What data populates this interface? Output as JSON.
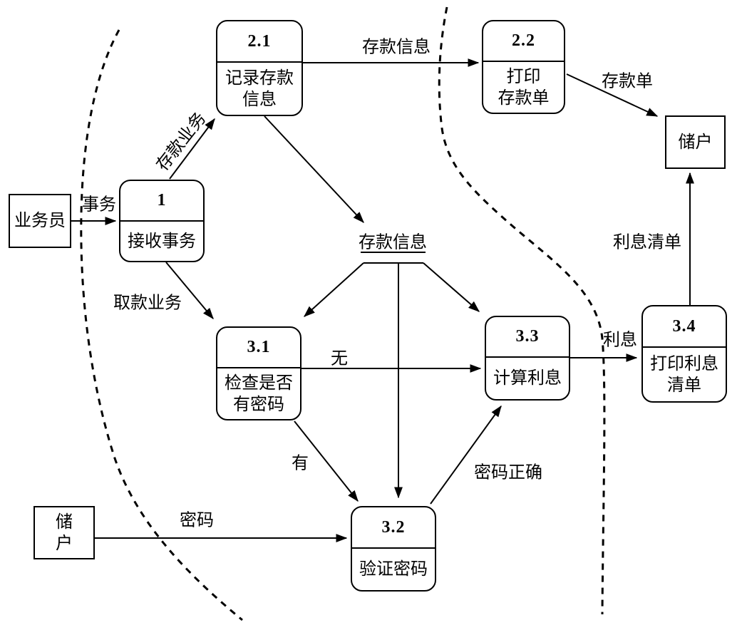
{
  "colors": {
    "line": "#000000",
    "background": "#ffffff"
  },
  "processes": [
    {
      "id": "1",
      "name_lines": [
        "接收事务"
      ]
    },
    {
      "id": "2.1",
      "name_lines": [
        "记录存款",
        "信息"
      ]
    },
    {
      "id": "2.2",
      "name_lines": [
        "打印",
        "存款单"
      ]
    },
    {
      "id": "3.1",
      "name_lines": [
        "检查是否",
        "有密码"
      ]
    },
    {
      "id": "3.2",
      "name_lines": [
        "验证密码"
      ]
    },
    {
      "id": "3.3",
      "name_lines": [
        "计算利息"
      ]
    },
    {
      "id": "3.4",
      "name_lines": [
        "打印利息",
        "清单"
      ]
    }
  ],
  "external_entities": [
    {
      "id": "clerk",
      "label_lines": [
        "业务员"
      ]
    },
    {
      "id": "depositor-top",
      "label_lines": [
        "储户"
      ]
    },
    {
      "id": "depositor-bottom",
      "label_lines": [
        "储",
        "户"
      ]
    }
  ],
  "data_store": {
    "label": "存款信息"
  },
  "flow_labels": {
    "transaction": "事务",
    "deposit_business": "存款业务",
    "deposit_info": "存款信息",
    "deposit_slip": "存款单",
    "withdraw_business": "取款业务",
    "no_password": "无",
    "has_password": "有",
    "password": "密码",
    "password_correct": "密码正确",
    "interest": "利息",
    "interest_list": "利息清单"
  }
}
